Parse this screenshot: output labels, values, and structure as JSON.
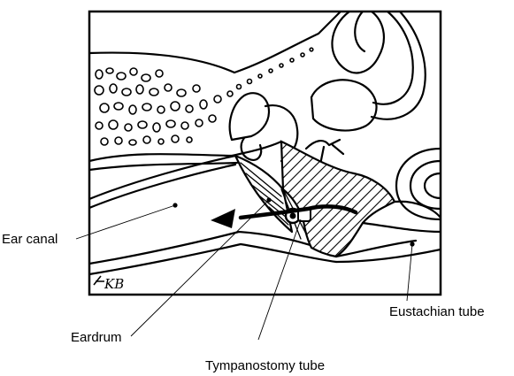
{
  "diagram": {
    "labels": {
      "ear_canal": "Ear canal",
      "eardrum": "Eardrum",
      "tympanostomy_tube": "Tympanostomy tube",
      "eustachian_tube": "Eustachian tube"
    },
    "artist_signature": "KB"
  }
}
